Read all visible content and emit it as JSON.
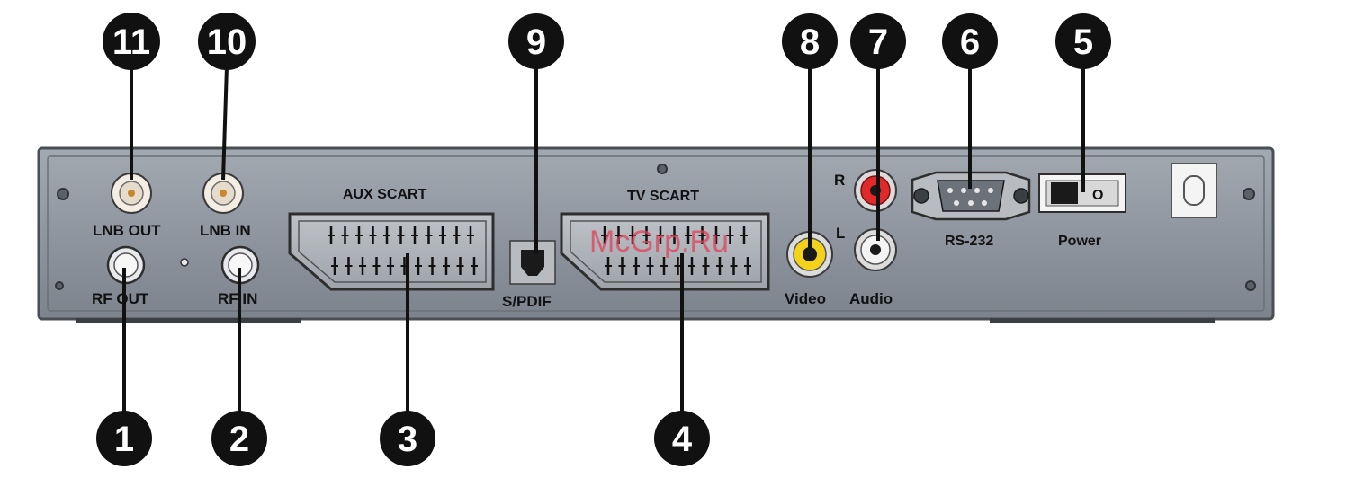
{
  "labels": {
    "lnb_out": "LNB OUT",
    "lnb_in": "LNB IN",
    "rf_out": "RF OUT",
    "rf_in": "RF IN",
    "aux_scart": "AUX SCART",
    "tv_scart": "TV SCART",
    "spdif": "S/PDIF",
    "r": "R",
    "l": "L",
    "video": "Video",
    "audio": "Audio",
    "rs232": "RS-232",
    "power": "Power",
    "switch_mark": "O"
  },
  "callouts": {
    "c1": "1",
    "c2": "2",
    "c3": "3",
    "c4": "4",
    "c5": "5",
    "c6": "6",
    "c7": "7",
    "c8": "8",
    "c9": "9",
    "c10": "10",
    "c11": "11"
  },
  "watermark": "McGrp.Ru",
  "colors": {
    "panel": "#8e959e",
    "panel_edge": "#4a4f55",
    "audio_r": "#e02a2a",
    "video": "#f2d21b",
    "callout": "#111111"
  }
}
